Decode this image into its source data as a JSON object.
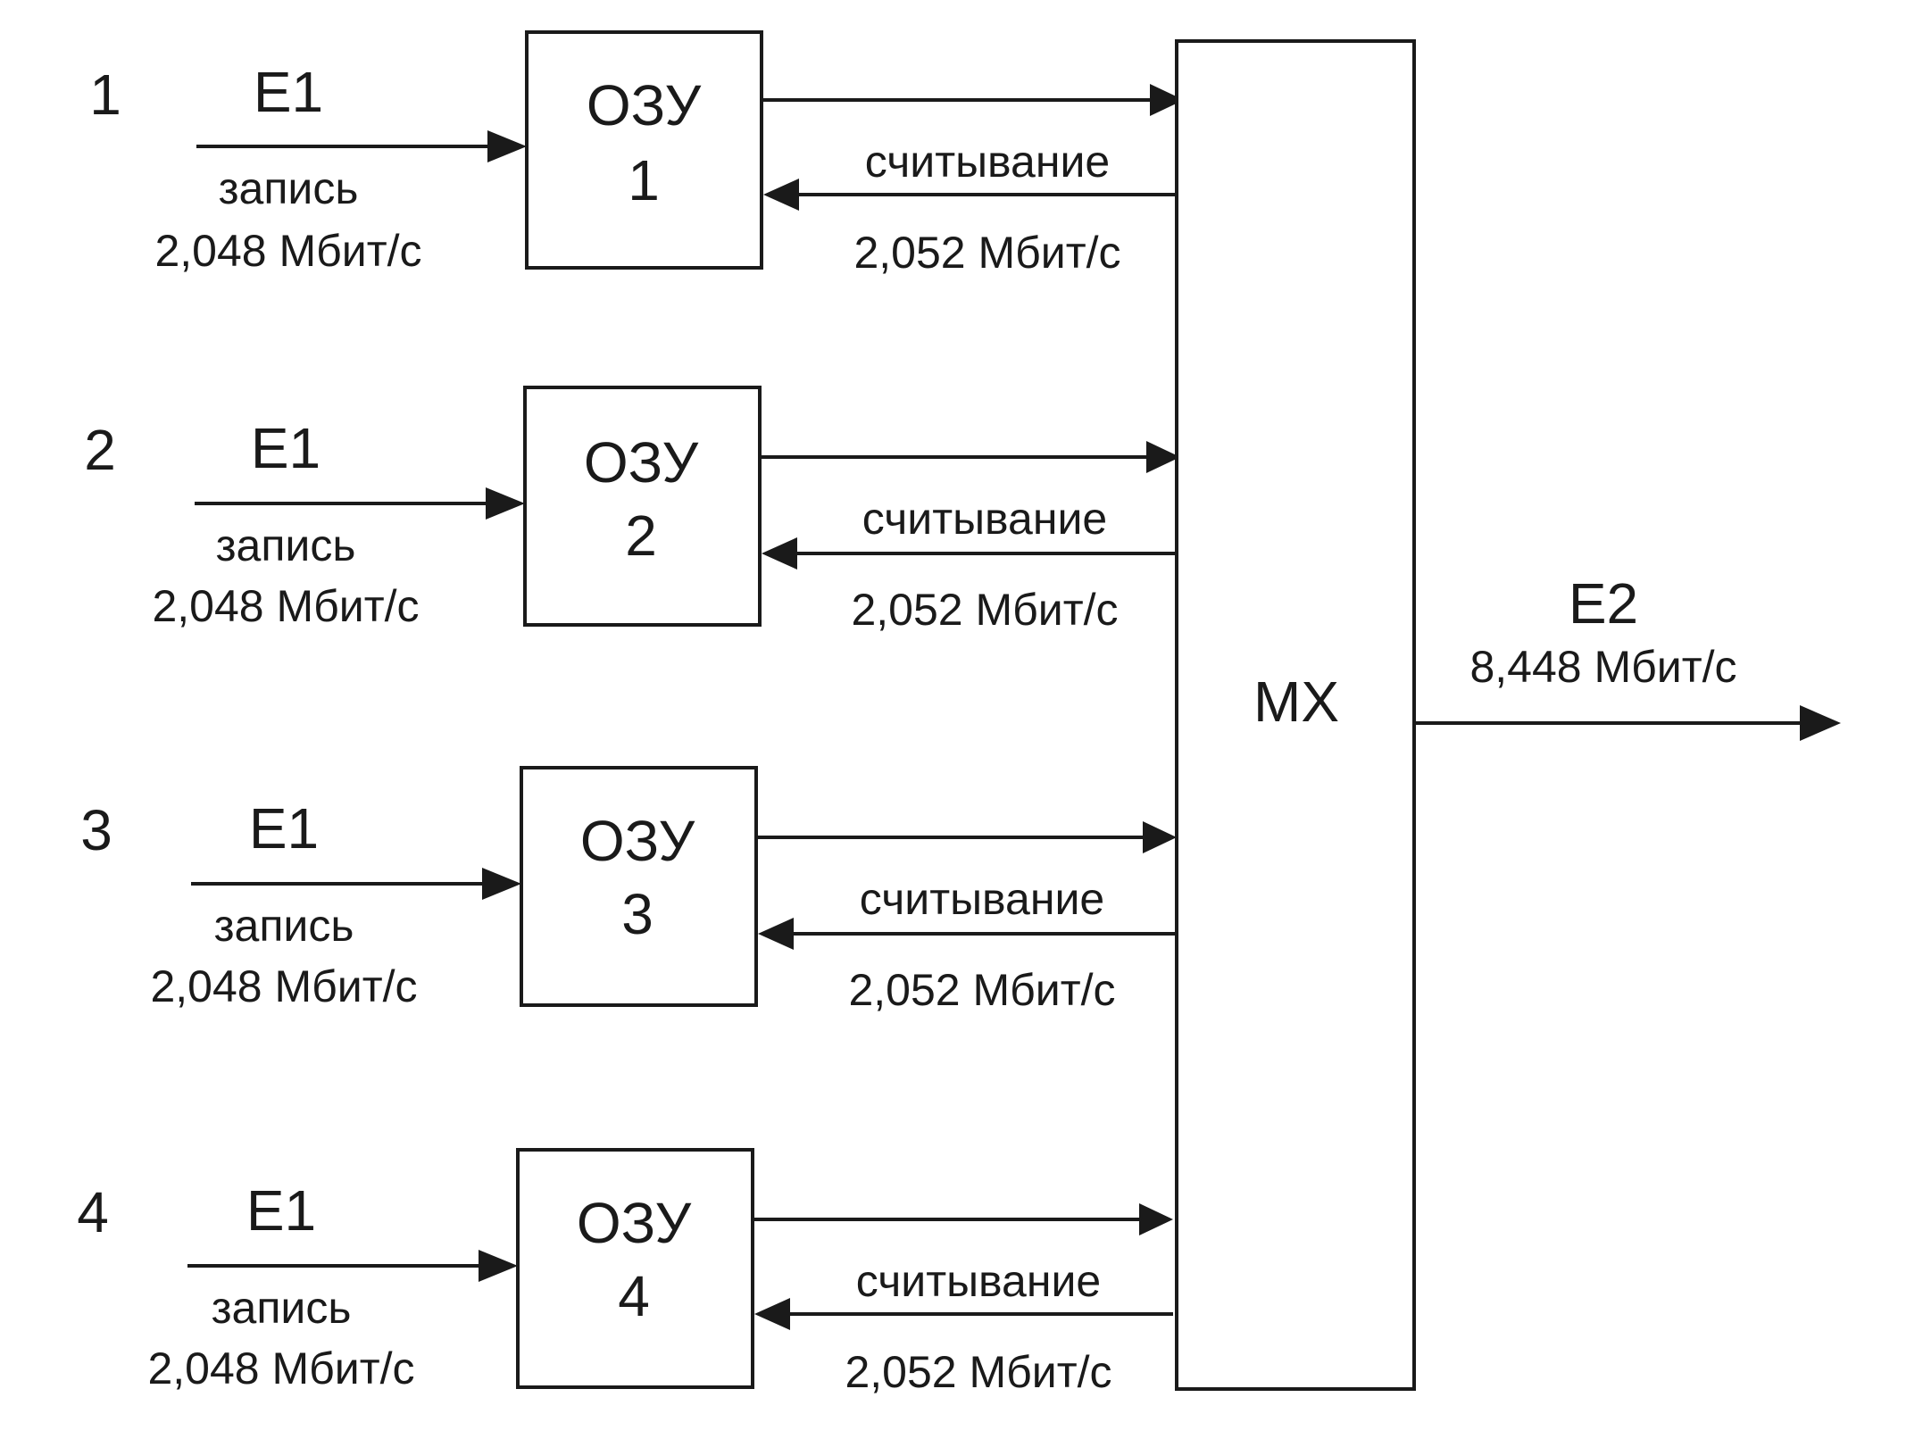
{
  "channels": [
    {
      "number": "1",
      "input_signal": "E1",
      "write_label": "запись",
      "write_rate": "2,048 Мбит/с",
      "ram_title": "ОЗУ",
      "ram_index": "1",
      "read_label": "считывание",
      "read_rate": "2,052 Мбит/с"
    },
    {
      "number": "2",
      "input_signal": "E1",
      "write_label": "запись",
      "write_rate": "2,048 Мбит/с",
      "ram_title": "ОЗУ",
      "ram_index": "2",
      "read_label": "считывание",
      "read_rate": "2,052 Мбит/с"
    },
    {
      "number": "3",
      "input_signal": "E1",
      "write_label": "запись",
      "write_rate": "2,048 Мбит/с",
      "ram_title": "ОЗУ",
      "ram_index": "3",
      "read_label": "считывание",
      "read_rate": "2,052 Мбит/с"
    },
    {
      "number": "4",
      "input_signal": "E1",
      "write_label": "запись",
      "write_rate": "2,048 Мбит/с",
      "ram_title": "ОЗУ",
      "ram_index": "4",
      "read_label": "считывание",
      "read_rate": "2,052 Мбит/с"
    }
  ],
  "multiplexer": {
    "label": "MX"
  },
  "output": {
    "signal": "E2",
    "rate": "8,448 Мбит/с"
  },
  "colors": {
    "ink": "#1a1a1a",
    "background": "#ffffff"
  }
}
